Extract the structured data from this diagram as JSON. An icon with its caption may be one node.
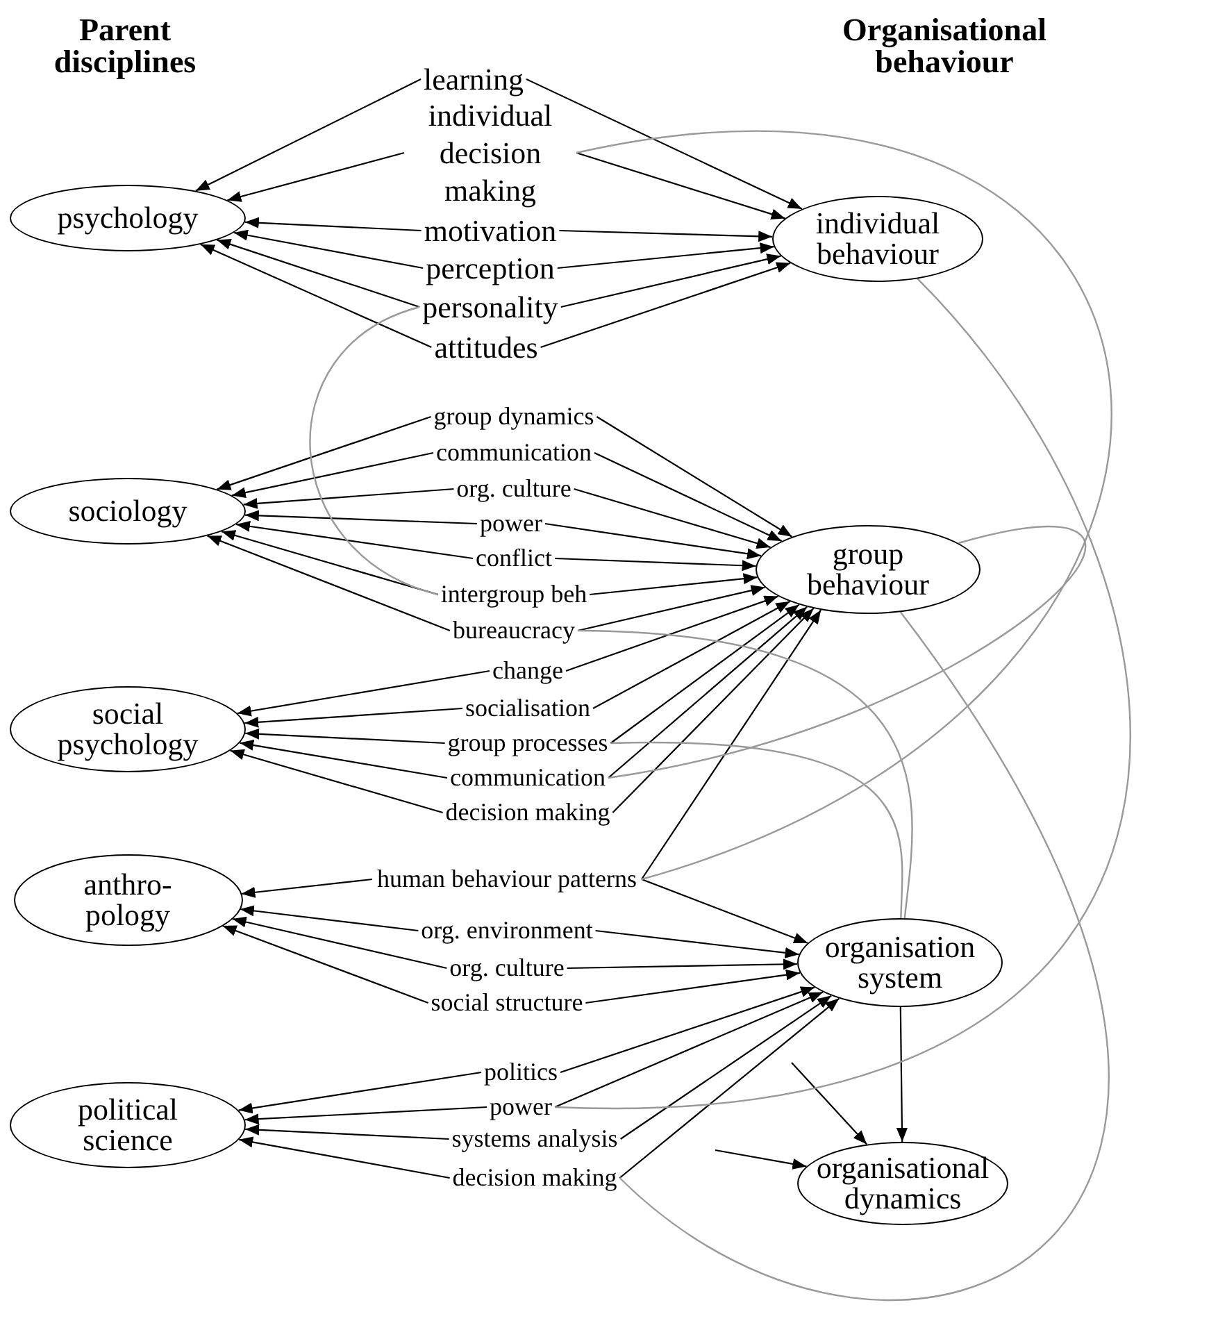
{
  "diagram": {
    "nodes": [
      {
        "text": [
          "psychology"
        ]
      },
      {
        "text": [
          "sociology"
        ]
      },
      {
        "text": [
          "social psychology"
        ]
      },
      {
        "text": [
          "anthro- pology"
        ]
      },
      {
        "text": [
          "political science"
        ]
      },
      {
        "text": [
          "individual behaviour"
        ]
      },
      {
        "text": [
          "group behaviour"
        ]
      },
      {
        "text": [
          "organisation system"
        ]
      },
      {
        "text": [
          "organisational dynamics"
        ]
      },
      {
        "text": [
          "learning"
        ]
      },
      {
        "text": [
          "individual decision making"
        ]
      },
      {
        "text": [
          "motivation"
        ]
      },
      {
        "text": [
          "perception"
        ]
      },
      {
        "text": [
          "personality"
        ]
      },
      {
        "text": [
          "attitudes"
        ]
      },
      {
        "text": [
          "group dynamics"
        ]
      },
      {
        "text": [
          "communication"
        ]
      },
      {
        "text": [
          "org. culture"
        ]
      },
      {
        "text": [
          "power"
        ]
      },
      {
        "text": [
          "conflict"
        ]
      },
      {
        "text": [
          "intergroup beh"
        ]
      },
      {
        "text": [
          "bureaucracy"
        ]
      },
      {
        "text": [
          "change"
        ]
      },
      {
        "text": [
          "socialisation"
        ]
      },
      {
        "text": [
          "group processes"
        ]
      },
      {
        "text": [
          "communication"
        ]
      },
      {
        "text": [
          "decision making"
        ]
      },
      {
        "text": [
          "human behaviour patterns"
        ]
      },
      {
        "text": [
          "org. environment"
        ]
      },
      {
        "text": [
          "org. culture"
        ]
      },
      {
        "text": [
          "social structure"
        ]
      },
      {
        "text": [
          "politics"
        ]
      },
      {
        "text": [
          "power"
        ]
      },
      {
        "text": [
          "systems analysis"
        ]
      },
      {
        "text": [
          "decision making"
        ]
      }
    ],
    "edges": [
      {
        "from": 9,
        "to": 0,
        "arrow": "to"
      },
      {
        "from": 9,
        "to": 5,
        "arrow": "to"
      },
      {
        "from": 10,
        "to": 0,
        "arrow": "to"
      },
      {
        "from": 10,
        "to": 5,
        "arrow": "to"
      },
      {
        "from": 11,
        "to": 0,
        "arrow": "to"
      },
      {
        "from": 11,
        "to": 5,
        "arrow": "to"
      },
      {
        "from": 12,
        "to": 0,
        "arrow": "to"
      },
      {
        "from": 12,
        "to": 5,
        "arrow": "to"
      },
      {
        "from": 13,
        "to": 0,
        "arrow": "to"
      },
      {
        "from": 13,
        "to": 5,
        "arrow": "to"
      },
      {
        "from": 14,
        "to": 0,
        "arrow": "to"
      },
      {
        "from": 14,
        "to": 5,
        "arrow": "to"
      },
      {
        "from": 15,
        "to": 1,
        "arrow": "to"
      },
      {
        "from": 15,
        "to": 6,
        "arrow": "to"
      },
      {
        "from": 16,
        "to": 1,
        "arrow": "to"
      },
      {
        "from": 16,
        "to": 6,
        "arrow": "to"
      },
      {
        "from": 17,
        "to": 1,
        "arrow": "to"
      },
      {
        "from": 17,
        "to": 6,
        "arrow": "to"
      },
      {
        "from": 18,
        "to": 1,
        "arrow": "to"
      },
      {
        "from": 18,
        "to": 6,
        "arrow": "to"
      },
      {
        "from": 19,
        "to": 1,
        "arrow": "to"
      },
      {
        "from": 19,
        "to": 6,
        "arrow": "to"
      },
      {
        "from": 20,
        "to": 1,
        "arrow": "to"
      },
      {
        "from": 20,
        "to": 6,
        "arrow": "to"
      },
      {
        "from": 21,
        "to": 1,
        "arrow": "to"
      },
      {
        "from": 21,
        "to": 6,
        "arrow": "to"
      },
      {
        "from": 22,
        "to": 2,
        "arrow": "to"
      },
      {
        "from": 22,
        "to": 6,
        "arrow": "to"
      },
      {
        "from": 23,
        "to": 2,
        "arrow": "to"
      },
      {
        "from": 23,
        "to": 6,
        "arrow": "to"
      },
      {
        "from": 24,
        "to": 2,
        "arrow": "to"
      },
      {
        "from": 24,
        "to": 6,
        "arrow": "to"
      },
      {
        "from": 25,
        "to": 2,
        "arrow": "to"
      },
      {
        "from": 25,
        "to": 6,
        "arrow": "to"
      },
      {
        "from": 26,
        "to": 2,
        "arrow": "to"
      },
      {
        "from": 26,
        "to": 6,
        "arrow": "to"
      },
      {
        "from": 27,
        "to": 3,
        "arrow": "to"
      },
      {
        "from": 27,
        "to": 7,
        "arrow": "to"
      },
      {
        "from": 27,
        "to": 6,
        "arrow": "to"
      },
      {
        "from": 28,
        "to": 3,
        "arrow": "to"
      },
      {
        "from": 28,
        "to": 7,
        "arrow": "to"
      },
      {
        "from": 29,
        "to": 3,
        "arrow": "to"
      },
      {
        "from": 29,
        "to": 7,
        "arrow": "to"
      },
      {
        "from": 30,
        "to": 3,
        "arrow": "to"
      },
      {
        "from": 30,
        "to": 7,
        "arrow": "to"
      },
      {
        "from": 31,
        "to": 4,
        "arrow": "to"
      },
      {
        "from": 31,
        "to": 7,
        "arrow": "to"
      },
      {
        "from": 32,
        "to": 4,
        "arrow": "to"
      },
      {
        "from": 32,
        "to": 7,
        "arrow": "to"
      },
      {
        "from": 33,
        "to": 4,
        "arrow": "to"
      },
      {
        "from": 33,
        "to": 7,
        "arrow": "to"
      },
      {
        "from": 34,
        "to": 4,
        "arrow": "to"
      },
      {
        "from": 34,
        "to": 7,
        "arrow": "to"
      },
      {
        "from": 7,
        "to": 8,
        "arrow": "to"
      },
      {
        "from": null,
        "to": 8,
        "arrow": "to"
      },
      {
        "from": null,
        "to": 8,
        "arrow": "to"
      },
      {
        "from": 10,
        "to": 27,
        "arrow": "none",
        "color": "#999999"
      },
      {
        "from": 5,
        "to": 32,
        "arrow": "none",
        "color": "#999999"
      },
      {
        "from": 13,
        "to": 20,
        "arrow": "none",
        "color": "#999999"
      },
      {
        "from": 21,
        "to": 7,
        "arrow": "none",
        "color": "#999999"
      },
      {
        "from": 24,
        "to": 7,
        "arrow": "none",
        "color": "#999999"
      },
      {
        "from": 25,
        "to": 6,
        "arrow": "none",
        "color": "#999999"
      },
      {
        "from": 34,
        "to": 6,
        "arrow": "none",
        "color": "#999999"
      }
    ],
    "labels": [
      "Parent disciplines",
      "Organisational behaviour"
    ]
  }
}
